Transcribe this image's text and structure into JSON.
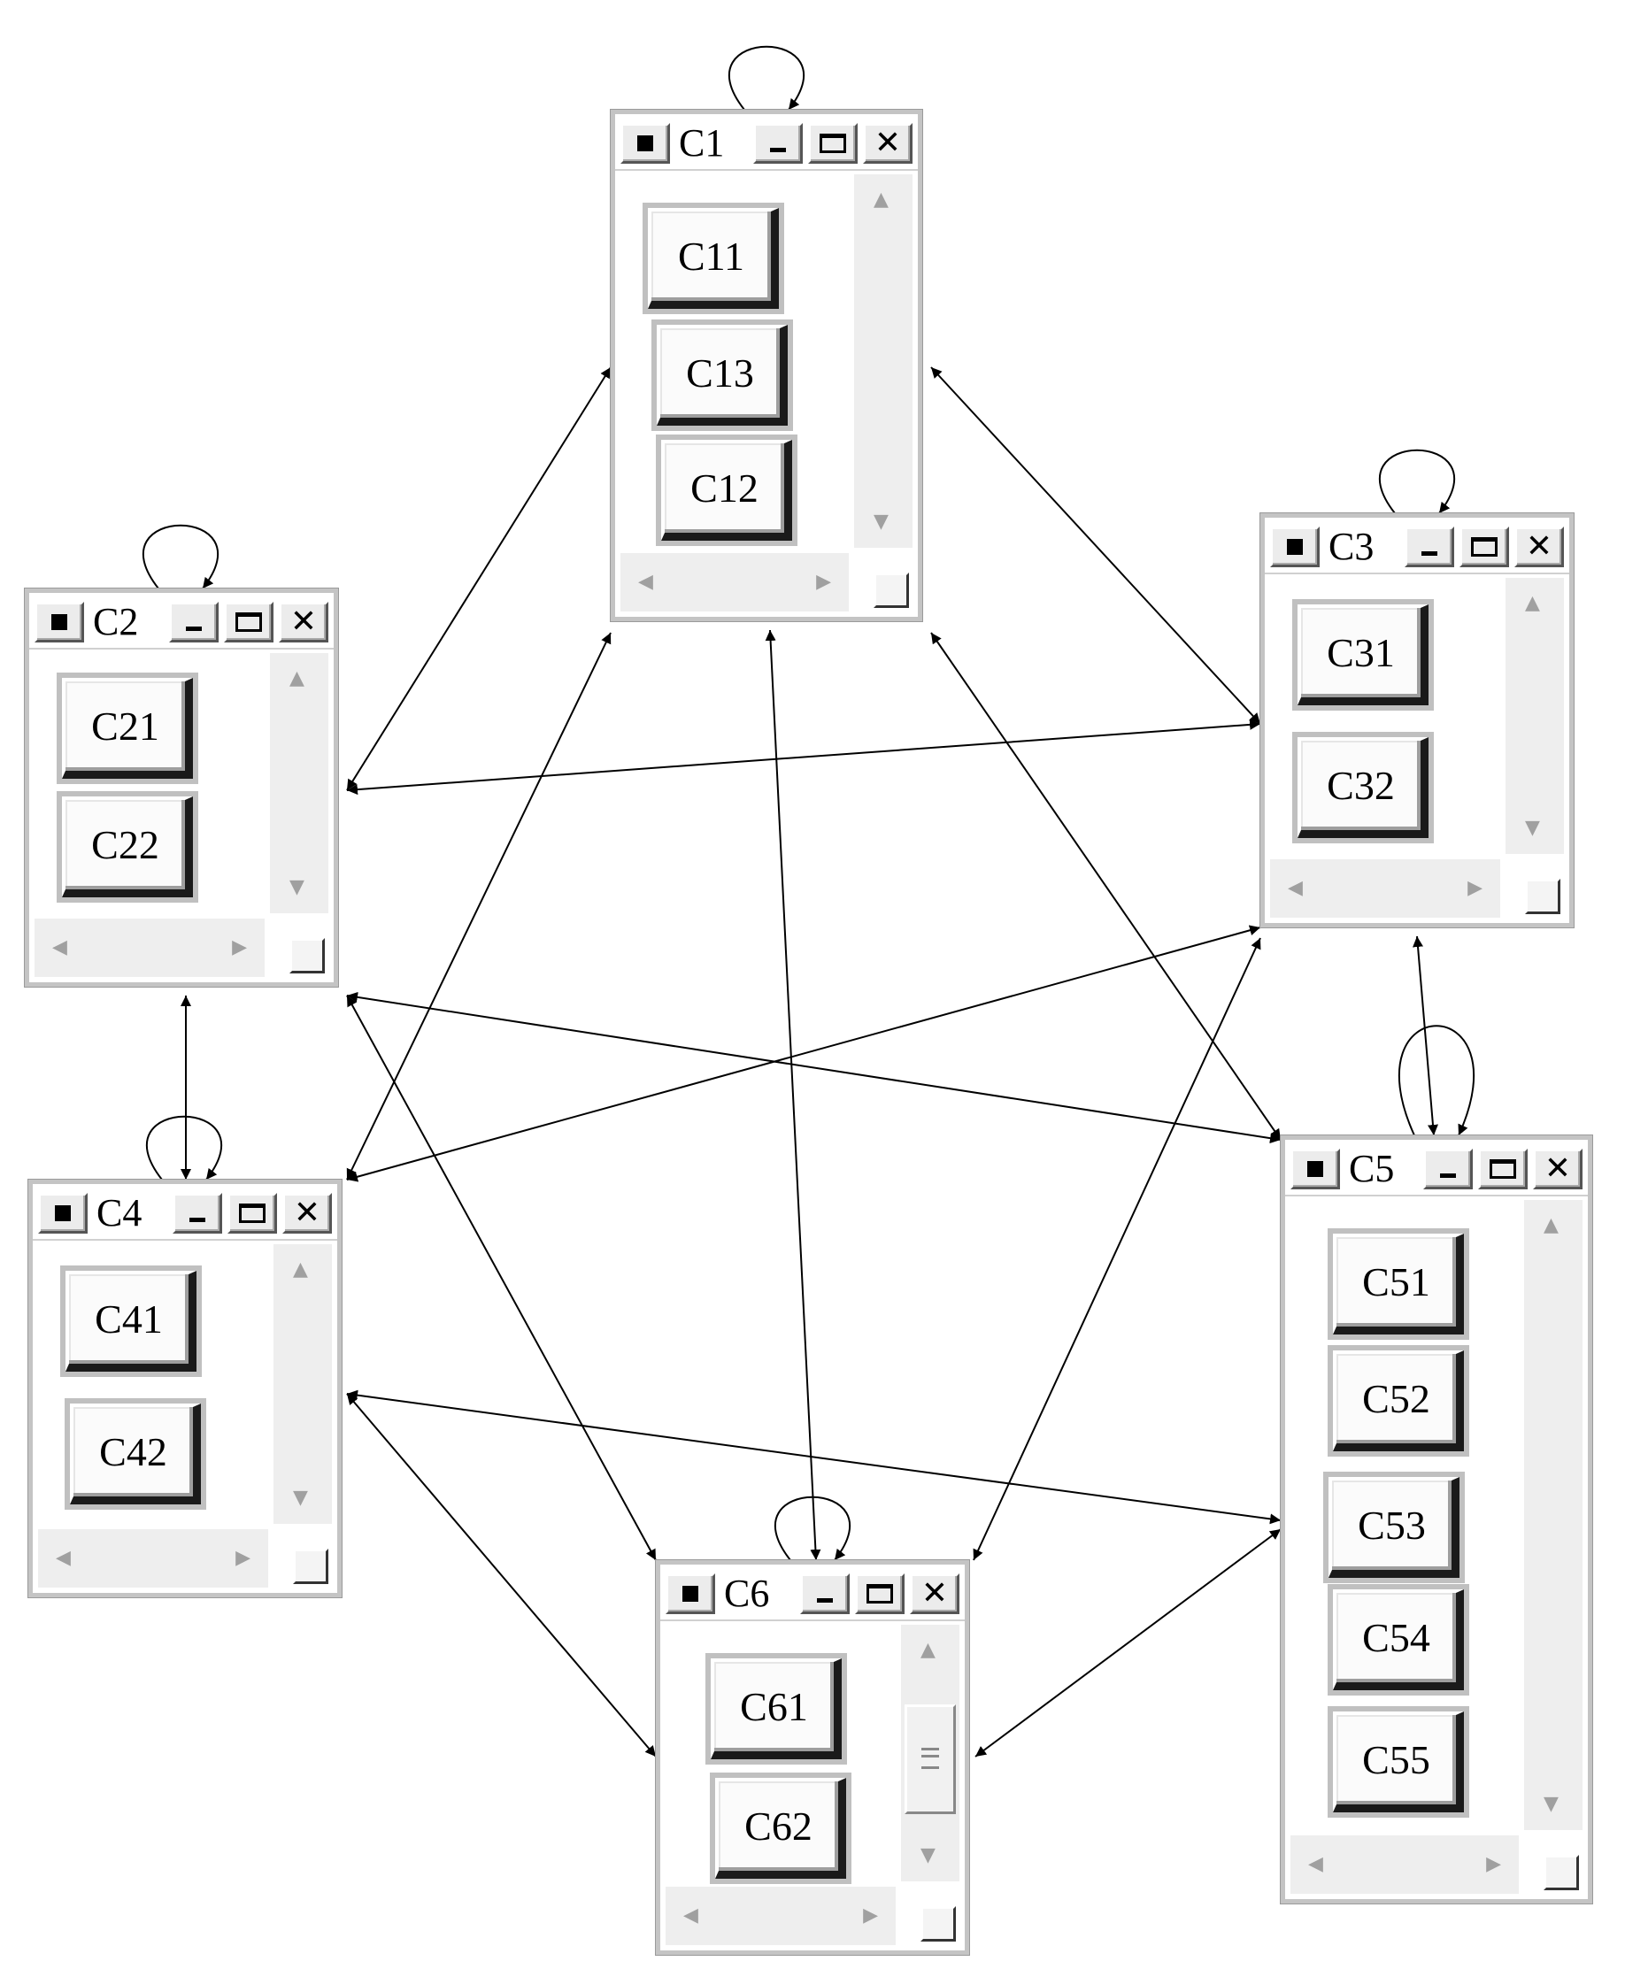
{
  "icons": {
    "system_menu": "black-square-icon",
    "minimize": "minimize-icon",
    "maximize": "maximize-icon",
    "close": "close-x-icon",
    "scroll_up": "scroll-up-arrow-icon",
    "scroll_down": "scroll-down-arrow-icon",
    "scroll_left": "scroll-left-arrow-icon",
    "scroll_right": "scroll-right-arrow-icon",
    "size_grip": "size-grip-icon"
  },
  "colors": {
    "window_border": "#c4c4c4",
    "scrollbar_track": "#eeeeee",
    "edge": "#000000"
  },
  "windows": [
    {
      "id": "C1",
      "title": "C1",
      "buttons": [
        "C11",
        "C13",
        "C12"
      ]
    },
    {
      "id": "C2",
      "title": "C2",
      "buttons": [
        "C21",
        "C22"
      ]
    },
    {
      "id": "C3",
      "title": "C3",
      "buttons": [
        "C31",
        "C32"
      ]
    },
    {
      "id": "C4",
      "title": "C4",
      "buttons": [
        "C41",
        "C42"
      ]
    },
    {
      "id": "C5",
      "title": "C5",
      "buttons": [
        "C51",
        "C52",
        "C53",
        "C54",
        "C55"
      ]
    },
    {
      "id": "C6",
      "title": "C6",
      "buttons": [
        "C61",
        "C62"
      ]
    }
  ],
  "edges": [
    {
      "from": "C1",
      "to": "C1",
      "type": "self-loop"
    },
    {
      "from": "C2",
      "to": "C2",
      "type": "self-loop"
    },
    {
      "from": "C3",
      "to": "C3",
      "type": "self-loop"
    },
    {
      "from": "C4",
      "to": "C4",
      "type": "self-loop"
    },
    {
      "from": "C5",
      "to": "C5",
      "type": "self-loop"
    },
    {
      "from": "C6",
      "to": "C6",
      "type": "self-loop"
    },
    {
      "from": "C1",
      "to": "C2",
      "type": "bidirectional"
    },
    {
      "from": "C1",
      "to": "C3",
      "type": "bidirectional"
    },
    {
      "from": "C1",
      "to": "C4",
      "type": "bidirectional"
    },
    {
      "from": "C1",
      "to": "C5",
      "type": "bidirectional"
    },
    {
      "from": "C1",
      "to": "C6",
      "type": "bidirectional"
    },
    {
      "from": "C2",
      "to": "C3",
      "type": "bidirectional"
    },
    {
      "from": "C2",
      "to": "C4",
      "type": "bidirectional"
    },
    {
      "from": "C2",
      "to": "C5",
      "type": "bidirectional"
    },
    {
      "from": "C2",
      "to": "C6",
      "type": "bidirectional"
    },
    {
      "from": "C3",
      "to": "C4",
      "type": "bidirectional"
    },
    {
      "from": "C3",
      "to": "C5",
      "type": "bidirectional"
    },
    {
      "from": "C3",
      "to": "C6",
      "type": "bidirectional"
    },
    {
      "from": "C4",
      "to": "C5",
      "type": "bidirectional"
    },
    {
      "from": "C4",
      "to": "C6",
      "type": "bidirectional"
    },
    {
      "from": "C5",
      "to": "C6",
      "type": "bidirectional"
    }
  ]
}
